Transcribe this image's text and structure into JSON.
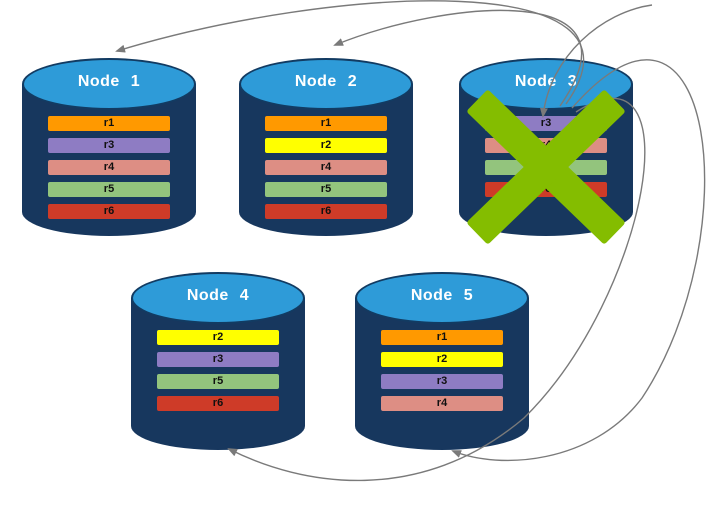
{
  "colors": {
    "cylinder_body": "#17375E",
    "cylinder_top": "#2E9BD8",
    "arrow": "#7A7A7A",
    "failure_x": "#84BD00",
    "replica_r1": "#FF9900",
    "replica_r2": "#FFFF00",
    "replica_r3": "#8E7CC3",
    "replica_r4": "#DD8E84",
    "replica_r5": "#93C47D",
    "replica_r6": "#CE3B28"
  },
  "nodes": [
    {
      "label": "Node 1",
      "failed": false,
      "replicas": [
        {
          "label": "r1",
          "color": "#FF9900"
        },
        {
          "label": "r3",
          "color": "#8E7CC3"
        },
        {
          "label": "r4",
          "color": "#DD8E84"
        },
        {
          "label": "r5",
          "color": "#93C47D"
        },
        {
          "label": "r6",
          "color": "#CE3B28"
        }
      ]
    },
    {
      "label": "Node 2",
      "failed": false,
      "replicas": [
        {
          "label": "r1",
          "color": "#FF9900"
        },
        {
          "label": "r2",
          "color": "#FFFF00"
        },
        {
          "label": "r4",
          "color": "#DD8E84"
        },
        {
          "label": "r5",
          "color": "#93C47D"
        },
        {
          "label": "r6",
          "color": "#CE3B28"
        }
      ]
    },
    {
      "label": "Node 3",
      "failed": true,
      "failure_marker": "X",
      "replicas": [
        {
          "label": "r3",
          "color": "#8E7CC3"
        },
        {
          "label": "r4",
          "color": "#DD8E84"
        },
        {
          "label": "r5",
          "color": "#93C47D"
        },
        {
          "label": "r6",
          "color": "#CE3B28"
        }
      ]
    },
    {
      "label": "Node 4",
      "failed": false,
      "replicas": [
        {
          "label": "r2",
          "color": "#FFFF00"
        },
        {
          "label": "r3",
          "color": "#8E7CC3"
        },
        {
          "label": "r5",
          "color": "#93C47D"
        },
        {
          "label": "r6",
          "color": "#CE3B28"
        }
      ]
    },
    {
      "label": "Node 5",
      "failed": false,
      "replicas": [
        {
          "label": "r1",
          "color": "#FF9900"
        },
        {
          "label": "r2",
          "color": "#FFFF00"
        },
        {
          "label": "r3",
          "color": "#8E7CC3"
        },
        {
          "label": "r4",
          "color": "#DD8E84"
        }
      ]
    }
  ],
  "arrows": [
    {
      "from": "Node 3",
      "to": "Node 1"
    },
    {
      "from": "Node 3",
      "to": "Node 2"
    },
    {
      "from": "Node 3",
      "to": "Node 3 (r3)"
    },
    {
      "from": "Node 3",
      "to": "Node 5"
    },
    {
      "from": "Node 3",
      "to": "Node 4"
    }
  ]
}
